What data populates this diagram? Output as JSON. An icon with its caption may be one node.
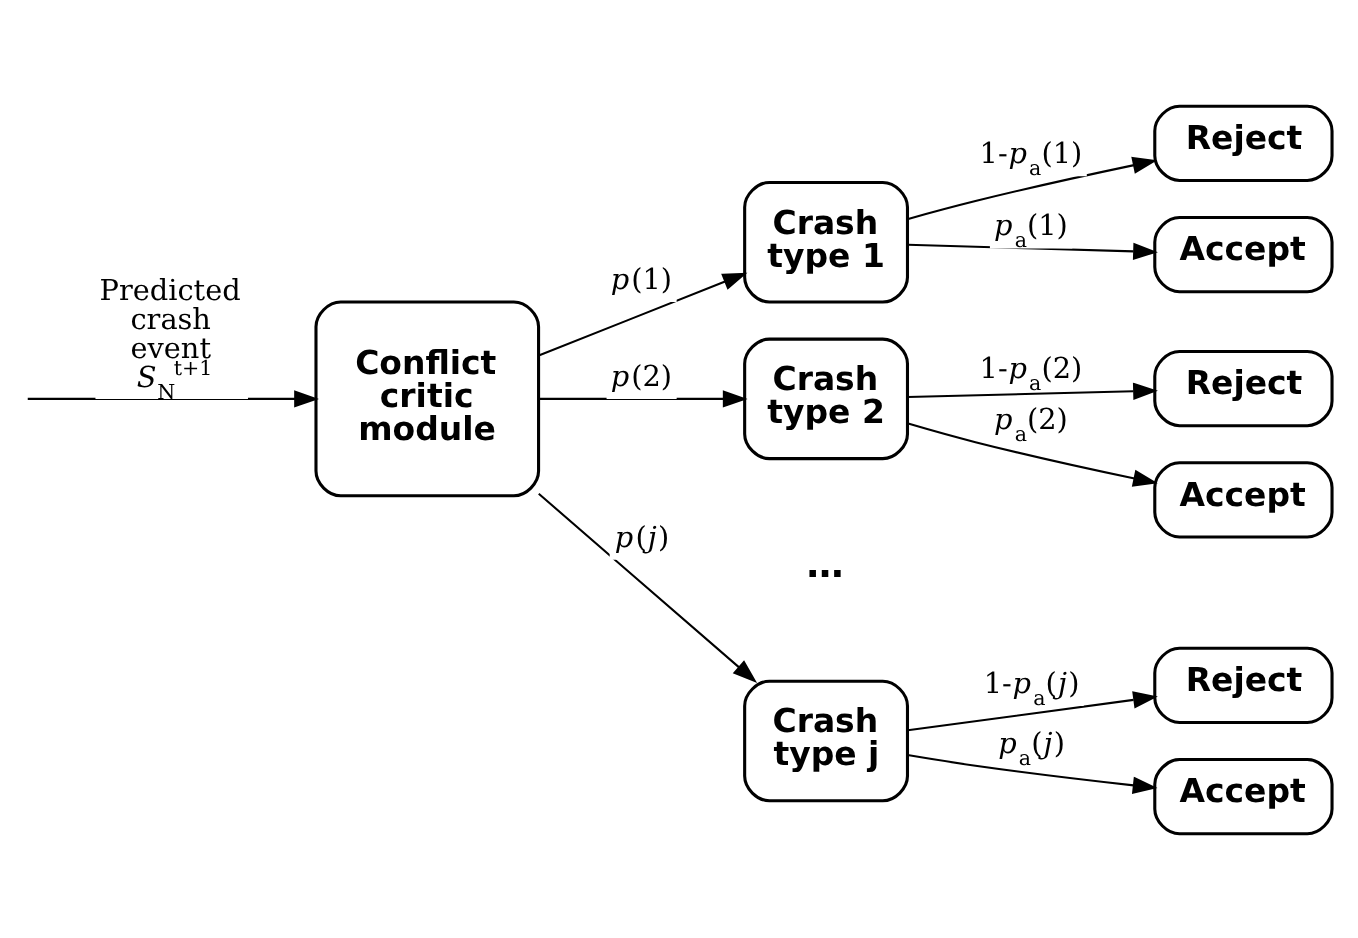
{
  "diagram": {
    "nodes": [
      {
        "text": [
          "Conflict critic module"
        ]
      },
      {
        "text": [
          "Crash type 1"
        ]
      },
      {
        "text": [
          "Crash type 2"
        ]
      },
      {
        "text": [
          "Crash type j"
        ]
      },
      {
        "text": [
          "Reject"
        ]
      },
      {
        "text": [
          "Accept"
        ]
      },
      {
        "text": [
          "Reject"
        ]
      },
      {
        "text": [
          "Accept"
        ]
      },
      {
        "text": [
          "Reject"
        ]
      },
      {
        "text": [
          "Accept"
        ]
      }
    ],
    "edges": [
      {
        "from": null,
        "to": 0,
        "arrow": "to",
        "label": "Predicted crash event *S*$_{N}$$^{t+1}$"
      },
      {
        "from": 0,
        "to": 1,
        "arrow": "to",
        "label": "*p*(1)"
      },
      {
        "from": 0,
        "to": 2,
        "arrow": "to",
        "label": "*p*(2)"
      },
      {
        "from": 0,
        "to": 3,
        "arrow": "to",
        "label": "*p*(*j*)"
      },
      {
        "from": 1,
        "to": 4,
        "arrow": "to",
        "label": "1-*p*$_{a}$(1)"
      },
      {
        "from": 1,
        "to": 5,
        "arrow": "to",
        "label": "*p*$_{a}$(1)"
      },
      {
        "from": 2,
        "to": 6,
        "arrow": "to",
        "label": "1-*p*$_{a}$(2)"
      },
      {
        "from": 2,
        "to": 7,
        "arrow": "to",
        "label": "*p*$_{a}$(2)"
      },
      {
        "from": 3,
        "to": 8,
        "arrow": "to",
        "label": "1-*p*$_{a}$(*j*)"
      },
      {
        "from": 3,
        "to": 9,
        "arrow": "to",
        "label": "*p*$_{a}$(*j*)"
      }
    ],
    "labels": [
      "…"
    ]
  }
}
